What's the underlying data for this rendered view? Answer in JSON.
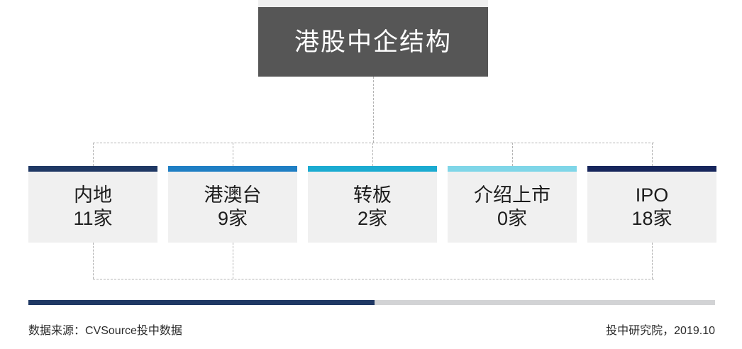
{
  "title": {
    "text": "港股中企结构",
    "background": "#565656",
    "text_color": "#ffffff"
  },
  "nodes": [
    {
      "label": "内地",
      "value": "11家",
      "bar_color": "#1f3864"
    },
    {
      "label": "港澳台",
      "value": "9家",
      "bar_color": "#1f7fc4"
    },
    {
      "label": "转板",
      "value": "2家",
      "bar_color": "#1babd1"
    },
    {
      "label": "介绍上市",
      "value": "0家",
      "bar_color": "#7fd6e8"
    },
    {
      "label": "IPO",
      "value": "18家",
      "bar_color": "#17265c"
    }
  ],
  "footer": {
    "source": "数据来源：CVSource投中数据",
    "credit": "投中研究院，2019.10",
    "rule_fill_color": "#1f3864",
    "rule_track_color": "#d2d3d5",
    "rule_fill_percent": 50.4
  },
  "chart_data": {
    "type": "bar",
    "title": "港股中企结构",
    "categories": [
      "内地",
      "港澳台",
      "转板",
      "介绍上市",
      "IPO"
    ],
    "values": [
      11,
      9,
      2,
      0,
      18
    ],
    "value_labels": [
      "11家",
      "9家",
      "2家",
      "0家",
      "18家"
    ],
    "xlabel": "",
    "ylabel": "家",
    "unit": "家",
    "source": "数据来源：CVSource投中数据",
    "credit": "投中研究院，2019.10"
  }
}
